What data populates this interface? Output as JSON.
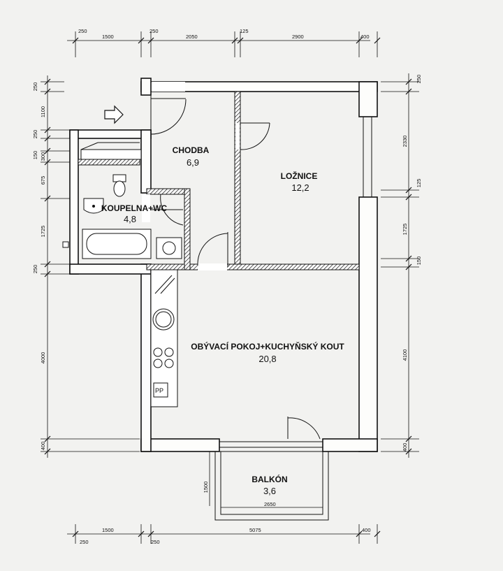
{
  "rooms": {
    "chodba": {
      "name": "CHODBA",
      "area": "6,9"
    },
    "loznice": {
      "name": "LOŽNICE",
      "area": "12,2"
    },
    "koupelna": {
      "name": "KOUPELNA+WC",
      "area": "4,8"
    },
    "obyvaci": {
      "name": "OBÝVACÍ POKOJ+KUCHYŇSKÝ KOUT",
      "area": "20,8"
    },
    "balkon": {
      "name": "BALKÓN",
      "area": "3,6"
    }
  },
  "fixture_labels": {
    "pantry": "PP"
  },
  "dimensions": {
    "top": [
      "250",
      "1500",
      "250",
      "2050",
      "125",
      "2900",
      "400"
    ],
    "bottom": [
      "250",
      "1500",
      "250",
      "5075",
      "400"
    ],
    "left": [
      "250",
      "1100",
      "250",
      "150",
      "300",
      "675",
      "1725",
      "250",
      "4000",
      "400"
    ],
    "right": [
      "250",
      "2330",
      "125",
      "1725",
      "150",
      "4100",
      "400"
    ],
    "balcony_depth": "1500",
    "balcony_width": "2650"
  },
  "colors": {
    "line": "#111111",
    "paper": "#f2f2f0",
    "wall_fill": "#fdfdfb"
  }
}
